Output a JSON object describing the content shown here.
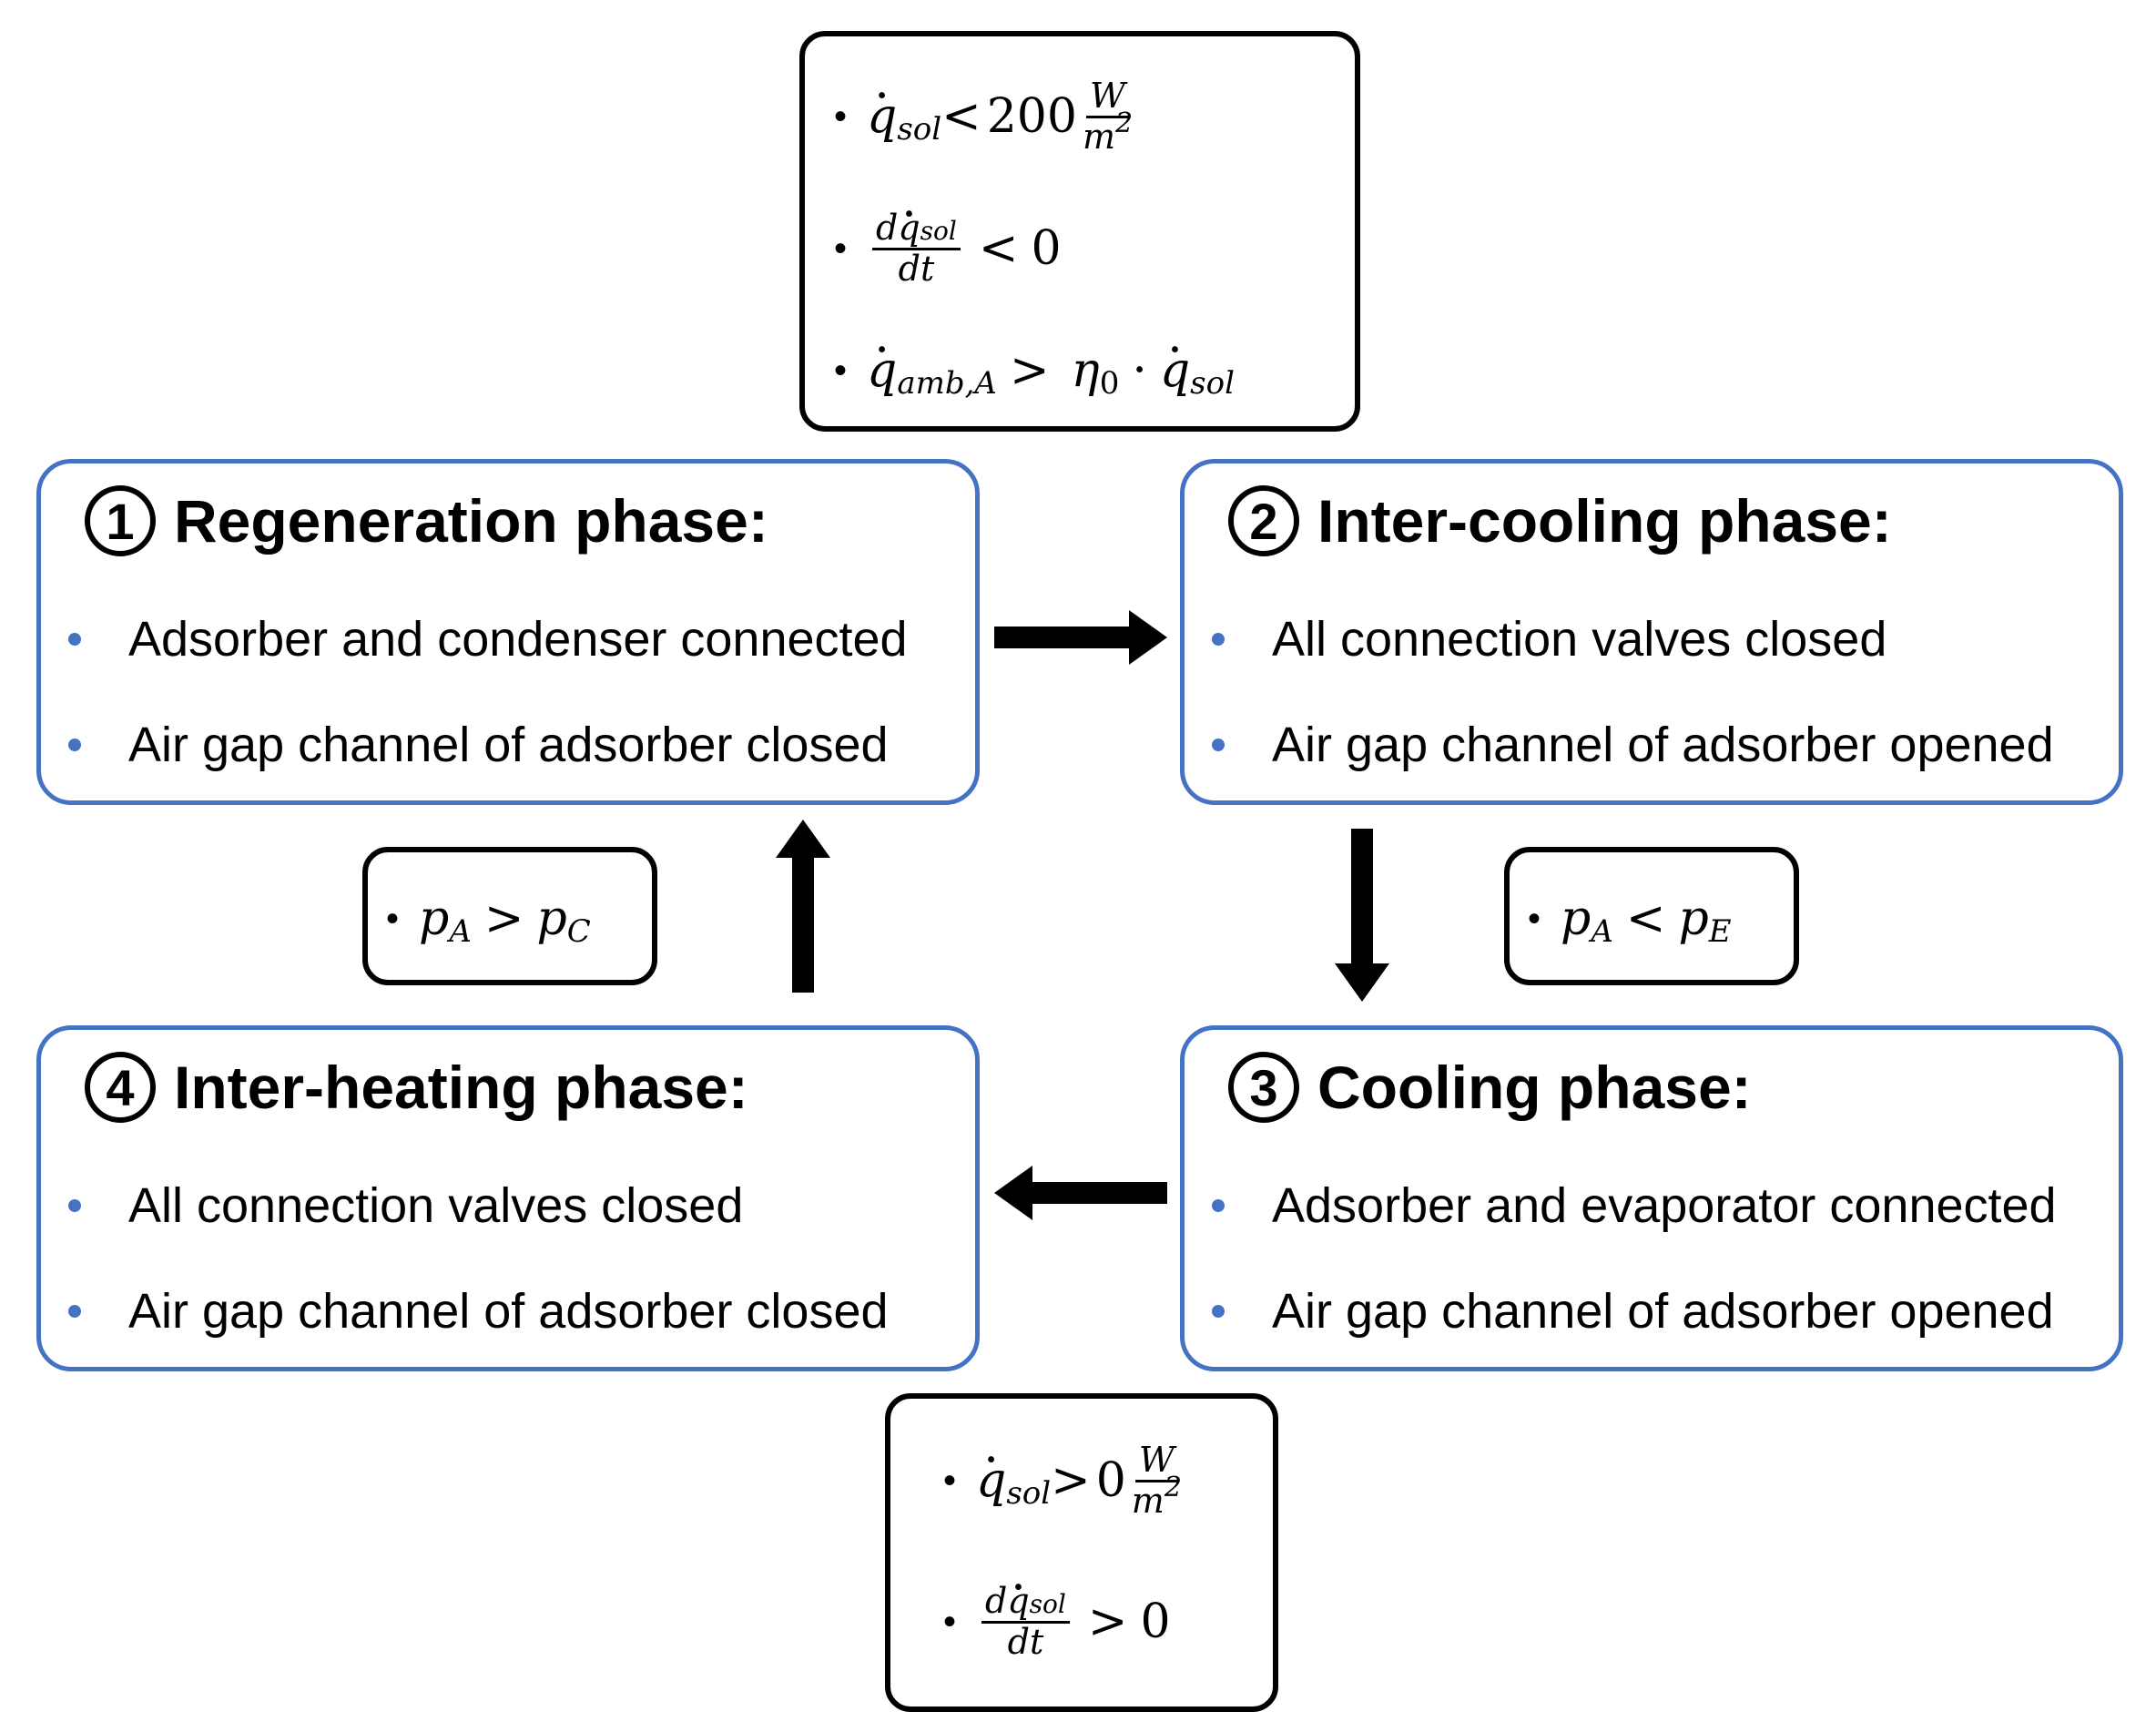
{
  "phases": [
    {
      "number": "1",
      "title": "Regeneration phase:",
      "items": [
        "Adsorber and condenser connected",
        "Air gap channel of adsorber closed"
      ]
    },
    {
      "number": "2",
      "title": "Inter-cooling phase:",
      "items": [
        "All connection valves closed",
        "Air gap channel of adsorber opened"
      ]
    },
    {
      "number": "3",
      "title": "Cooling phase:",
      "items": [
        "Adsorber and evaporator connected",
        "Air gap channel of adsorber opened"
      ]
    },
    {
      "number": "4",
      "title": "Inter-heating phase:",
      "items": [
        "All connection valves closed",
        "Air gap channel of adsorber closed"
      ]
    }
  ],
  "conditions": {
    "top": {
      "c1": {
        "var": "q",
        "sub": "sol",
        "op": "<",
        "val": "200",
        "unit_num": "W",
        "unit_den": "m",
        "unit_exp": "2"
      },
      "c2": {
        "num_d": "d",
        "num_var": "q",
        "num_sub": "sol",
        "den": "dt",
        "op": "<",
        "val": "0"
      },
      "c3": {
        "var": "q",
        "sub": "amb,A",
        "op": ">",
        "eta": "η",
        "eta_sub": "0",
        "dot": "·",
        "var2": "q",
        "sub2": "sol"
      }
    },
    "left": {
      "var": "p",
      "sub": "A",
      "op": ">",
      "var2": "p",
      "sub2": "C"
    },
    "right": {
      "var": "p",
      "sub": "A",
      "op": "<",
      "var2": "p",
      "sub2": "E"
    },
    "bottom": {
      "c1": {
        "var": "q",
        "sub": "sol",
        "op": ">",
        "val": "0",
        "unit_num": "W",
        "unit_den": "m",
        "unit_exp": "2"
      },
      "c2": {
        "num_d": "d",
        "num_var": "q",
        "num_sub": "sol",
        "den": "dt",
        "op": ">",
        "val": "0"
      }
    }
  },
  "colors": {
    "phase_border": "#4472C4",
    "bullet": "#4472C4",
    "condition_border": "#000000",
    "arrow": "#000000"
  }
}
